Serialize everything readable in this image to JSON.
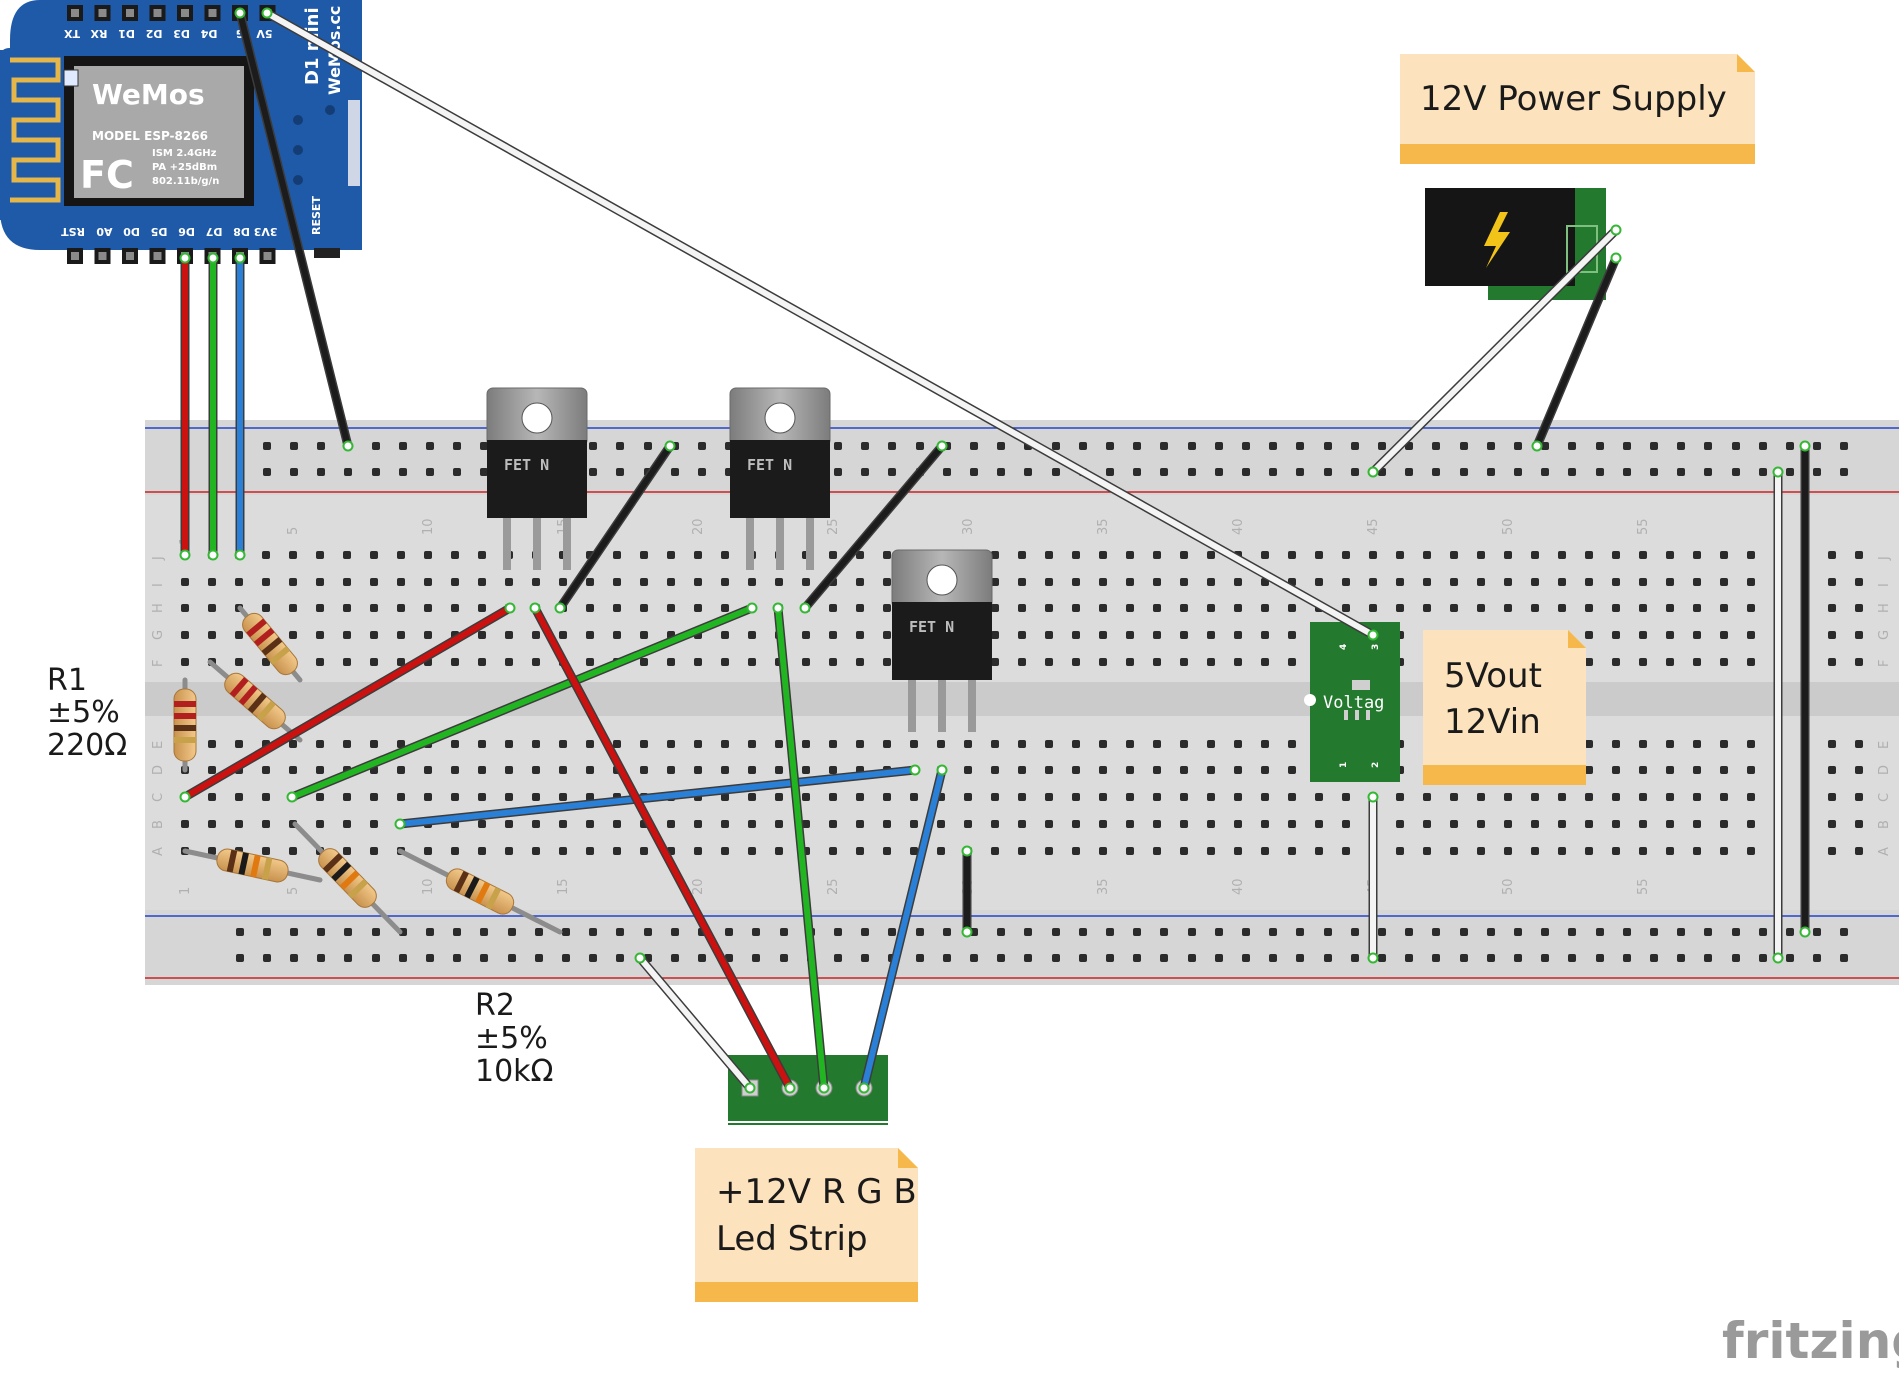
{
  "board": {
    "brand": "WeMos",
    "model_line": "MODEL  ESP-8266",
    "spec_lines": [
      "ISM 2.4GHz",
      "PA +25dBm",
      "802.11b/g/n"
    ],
    "fcc": "FC",
    "side_text": [
      "D1 mini",
      "WeMos.cc"
    ],
    "reset_label": "RESET",
    "top_pins": [
      "TX",
      "RX",
      "D1",
      "D2",
      "D3",
      "D4",
      "G",
      "5V"
    ],
    "bottom_pins": [
      "RST",
      "A0",
      "D0",
      "D5",
      "D6",
      "D7",
      "D8",
      "3V3"
    ]
  },
  "labels": {
    "r1": [
      "R1",
      "±5%",
      "220Ω"
    ],
    "r2": [
      "R2",
      "±5%",
      "10kΩ"
    ]
  },
  "notes": {
    "power": [
      "12V Power Supply"
    ],
    "regulator": [
      "5Vout",
      "12Vin"
    ],
    "strip": [
      "+12V R G B",
      "Led Strip"
    ]
  },
  "mosfets": [
    "FET N",
    "FET N",
    "FET N"
  ],
  "regulator_text": "Voltag",
  "breadboard": {
    "column_numbers": [
      "1",
      "5",
      "10",
      "15",
      "20",
      "25",
      "30",
      "35",
      "40",
      "45",
      "50",
      "55"
    ],
    "rows_top": [
      "J",
      "I",
      "H",
      "G",
      "F"
    ],
    "rows_bottom": [
      "E",
      "D",
      "C",
      "B",
      "A"
    ]
  },
  "colors": {
    "wire_red": "#cc1111",
    "wire_green": "#22b522",
    "wire_blue": "#2a7fd6",
    "wire_black": "#1c1c1c",
    "wire_white": "#f4f4f4",
    "note_fill": "#fde3bd",
    "note_bar": "#f6b84a",
    "board_blue": "#1f5aa8",
    "pcb_green": "#237a2e"
  },
  "watermark": "fritzing"
}
